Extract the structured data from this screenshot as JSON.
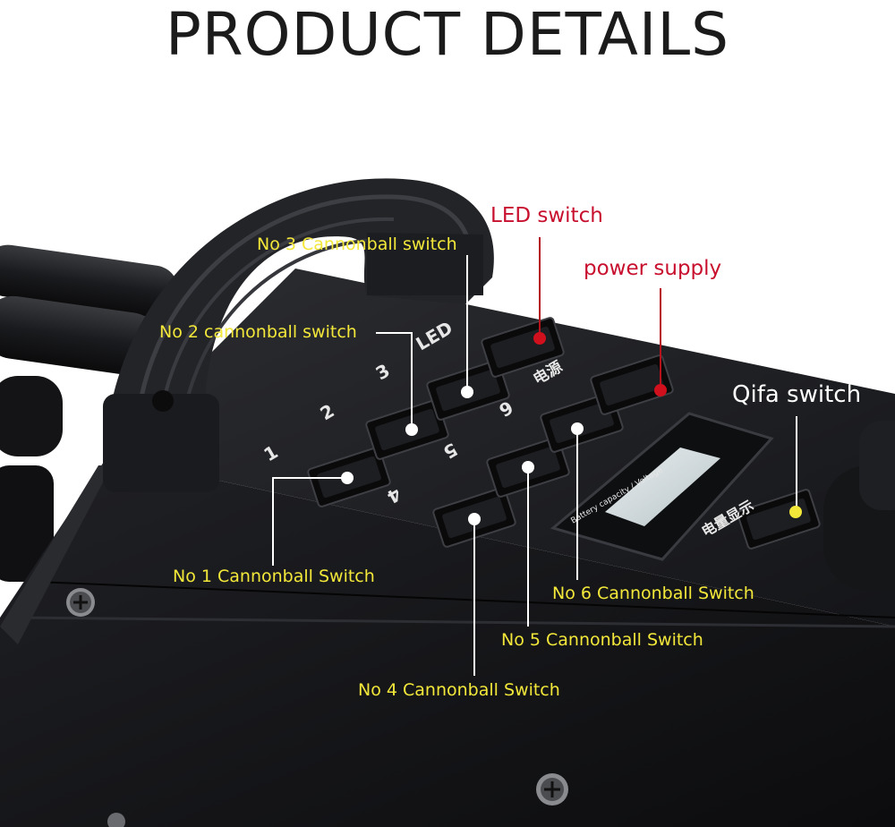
{
  "title": "PRODUCT DETAILS",
  "panel": {
    "led_text": "LED",
    "numbers": [
      "1",
      "2",
      "3",
      "4",
      "5",
      "6"
    ],
    "cn_power": "电源",
    "cn_display": "电量显示",
    "display_text": "Battery capacity / Voltage"
  },
  "labels": {
    "led_switch": "LED switch",
    "power_supply": "power supply",
    "qifa_switch": "Qifa switch",
    "no3": "No 3 Cannonball switch",
    "no2": "No 2 cannonball switch",
    "no1": "No 1 Cannonball Switch",
    "no6": "No 6 Cannonball Switch",
    "no5": "No 5 Cannonball Switch",
    "no4": "No 4 Cannonball Switch"
  },
  "colors": {
    "label_yellow": "#f3e83a",
    "label_red": "#c8102e",
    "label_white": "#ffffff",
    "machine_body": "#17181b"
  }
}
